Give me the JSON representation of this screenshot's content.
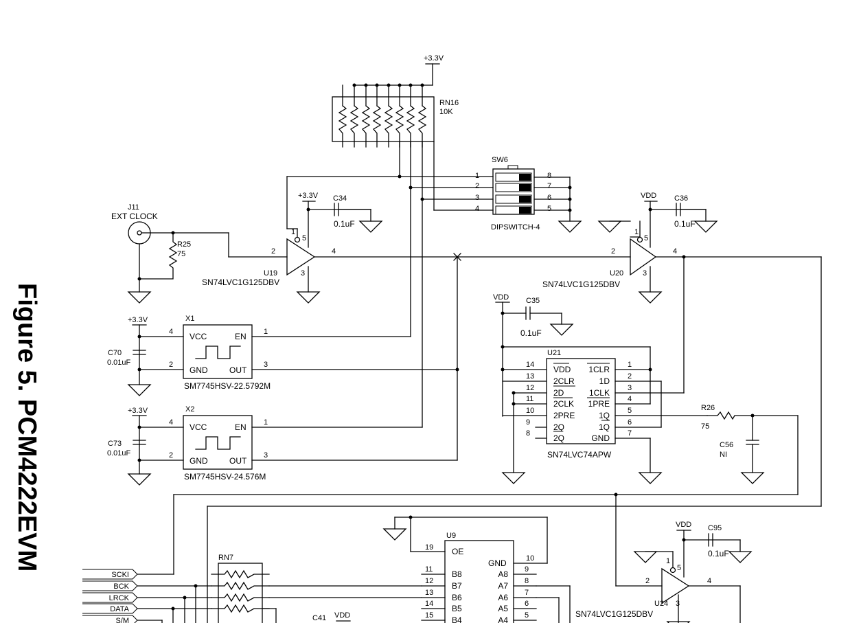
{
  "caption": "Figure 5. PCM4222EVM",
  "power": {
    "v33": "+3.3V",
    "vdd": "VDD"
  },
  "rn16": {
    "ref": "RN16",
    "value": "10K"
  },
  "sw6": {
    "ref": "SW6",
    "part": "DIPSWITCH-4",
    "pins_left": [
      "1",
      "2",
      "3",
      "4"
    ],
    "pins_right": [
      "8",
      "7",
      "6",
      "5"
    ]
  },
  "j11": {
    "ref": "J11",
    "name": "EXT CLOCK"
  },
  "r25": {
    "ref": "R25",
    "value": "75"
  },
  "r26": {
    "ref": "R26",
    "value": "75"
  },
  "c34": {
    "ref": "C34",
    "value": "0.1uF"
  },
  "c35": {
    "ref": "C35",
    "value": "0.1uF"
  },
  "c36": {
    "ref": "C36",
    "value": "0.1uF"
  },
  "c56": {
    "ref": "C56",
    "value": "NI"
  },
  "c70": {
    "ref": "C70",
    "value": "0.01uF"
  },
  "c73": {
    "ref": "C73",
    "value": "0.01uF"
  },
  "c95": {
    "ref": "C95",
    "value": "0.1uF"
  },
  "c41": {
    "ref": "C41"
  },
  "u19": {
    "ref": "U19",
    "part": "SN74LVC1G125DBV"
  },
  "u20": {
    "ref": "U20",
    "part": "SN74LVC1G125DBV"
  },
  "u24": {
    "ref": "U24",
    "part": "SN74LVC1G125DBV"
  },
  "buf_pins": {
    "oe": "1",
    "vcc": "5",
    "in": "2",
    "out": "4",
    "gnd": "3"
  },
  "x1": {
    "ref": "X1",
    "part": "SM7745HSV-22.5792M"
  },
  "x2": {
    "ref": "X2",
    "part": "SM7745HSV-24.576M"
  },
  "osc": {
    "vcc": "VCC",
    "en": "EN",
    "gnd": "GND",
    "out": "OUT",
    "p_vcc": "4",
    "p_gnd": "2",
    "p_en": "1",
    "p_out": "3"
  },
  "u21": {
    "ref": "U21",
    "part": "SN74LVC74APW",
    "left": [
      {
        "pin": "14",
        "name": "VDD"
      },
      {
        "pin": "13",
        "name": "2CLR"
      },
      {
        "pin": "12",
        "name": "2D"
      },
      {
        "pin": "11",
        "name": "2CLK"
      },
      {
        "pin": "10",
        "name": "2PRE"
      },
      {
        "pin": "9",
        "name": "2Q"
      },
      {
        "pin": "8",
        "name": "2Q"
      }
    ],
    "right": [
      {
        "pin": "1",
        "name": "1CLR"
      },
      {
        "pin": "2",
        "name": "1D"
      },
      {
        "pin": "3",
        "name": "1CLK"
      },
      {
        "pin": "4",
        "name": "1PRE"
      },
      {
        "pin": "5",
        "name": "1Q"
      },
      {
        "pin": "6",
        "name": "1Q"
      },
      {
        "pin": "7",
        "name": "GND"
      }
    ]
  },
  "u9": {
    "ref": "U9",
    "oe_pin": "19",
    "oe_name": "OE",
    "gnd_pin": "10",
    "gnd_name": "GND",
    "left": [
      {
        "pin": "11",
        "name": "B8"
      },
      {
        "pin": "12",
        "name": "B7"
      },
      {
        "pin": "13",
        "name": "B6"
      },
      {
        "pin": "14",
        "name": "B5"
      },
      {
        "pin": "15",
        "name": "B4"
      }
    ],
    "right": [
      {
        "pin": "9",
        "name": "A8"
      },
      {
        "pin": "8",
        "name": "A7"
      },
      {
        "pin": "7",
        "name": "A6"
      },
      {
        "pin": "6",
        "name": "A5"
      },
      {
        "pin": "5",
        "name": "A4"
      }
    ]
  },
  "rn7": {
    "ref": "RN7"
  },
  "ports": [
    "SCKI",
    "BCK",
    "LRCK",
    "DATA",
    "S/M"
  ]
}
